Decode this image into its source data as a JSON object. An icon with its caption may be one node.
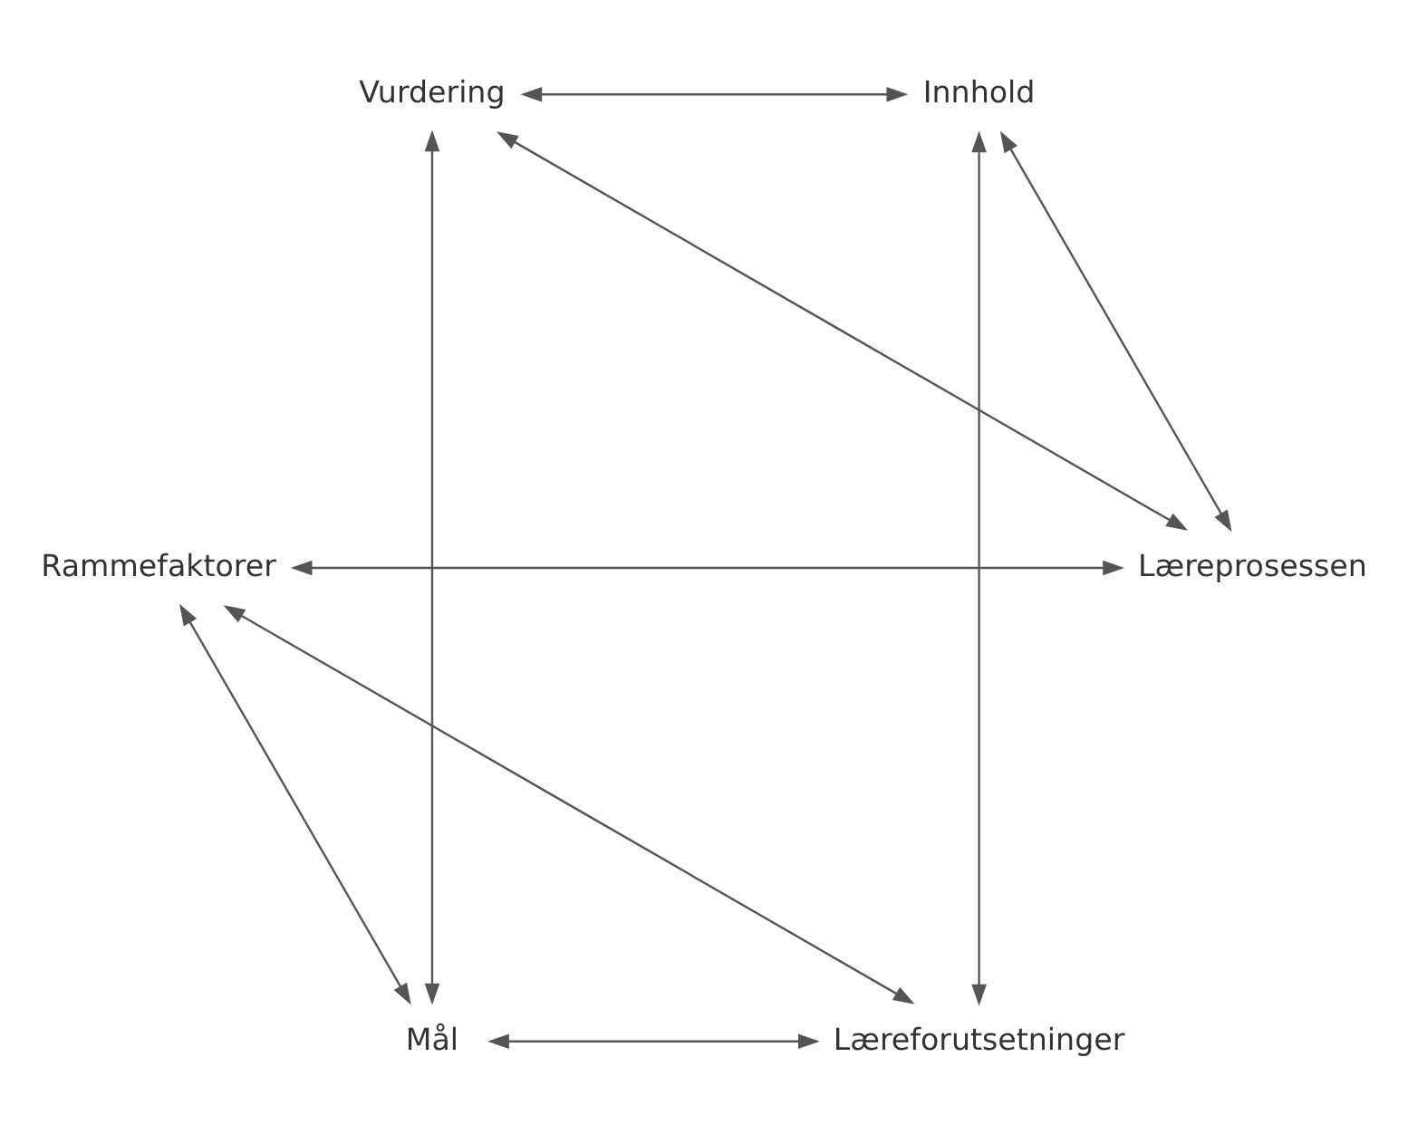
{
  "diagram": {
    "nodes": [
      {
        "text": [
          "Læreforutsetninger"
        ]
      },
      {
        "text": [
          "Vurdering"
        ]
      },
      {
        "text": [
          "Læreprosessen"
        ]
      },
      {
        "text": [
          "Rammefaktorer"
        ]
      },
      {
        "text": [
          "Mål"
        ]
      },
      {
        "text": [
          "Innhold"
        ]
      }
    ],
    "edges": [
      {
        "from": 0,
        "to": 5,
        "arrow": "both"
      },
      {
        "from": 1,
        "to": 2,
        "arrow": "both"
      },
      {
        "from": 3,
        "to": 4,
        "arrow": "both"
      },
      {
        "from": 0,
        "to": 3,
        "arrow": "both"
      },
      {
        "from": 0,
        "to": 4,
        "arrow": "both"
      },
      {
        "from": 1,
        "to": 5,
        "arrow": "both"
      },
      {
        "from": 2,
        "to": 5,
        "arrow": "both"
      },
      {
        "from": 1,
        "to": 4,
        "arrow": "both"
      },
      {
        "from": 2,
        "to": 3,
        "arrow": "both"
      }
    ]
  }
}
